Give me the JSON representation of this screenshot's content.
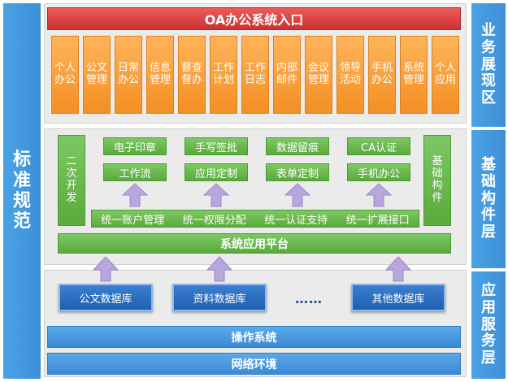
{
  "left_label": "标准规范",
  "layers": {
    "business": "业务展现区",
    "component": "基础构件层",
    "service": "应用服务层"
  },
  "oa_title": "OA办公系统入口",
  "modules": [
    "个人办公",
    "公文管理",
    "日常办公",
    "信息管理",
    "督查督办",
    "工作计划",
    "工作日志",
    "内部邮件",
    "会议管理",
    "领导活动",
    "手机办公",
    "系统管理",
    "个人应用"
  ],
  "components": {
    "secondary_dev": "二次开发",
    "basic_components": "基础构件",
    "row1": [
      "电子印章",
      "手写签批",
      "数据留痕",
      "CA认证"
    ],
    "row2": [
      "工作流",
      "应用定制",
      "表单定制",
      "手机办公"
    ],
    "row3": [
      "统一账户管理",
      "统一权限分配",
      "统一认证支持",
      "统一扩展接口"
    ],
    "platform": "系统应用平台"
  },
  "databases": {
    "items": [
      "公文数据库",
      "资料数据库",
      "其他数据库"
    ],
    "ellipsis": "……"
  },
  "os": "操作系统",
  "network": "网络环境",
  "colors": {
    "blue_bar": "#3d8fd6",
    "red_title": "#d93a3a",
    "orange": "#f59a2f",
    "green": "#66b447",
    "db_blue": "#1f5fae",
    "arrow": "#b9a6dc"
  }
}
